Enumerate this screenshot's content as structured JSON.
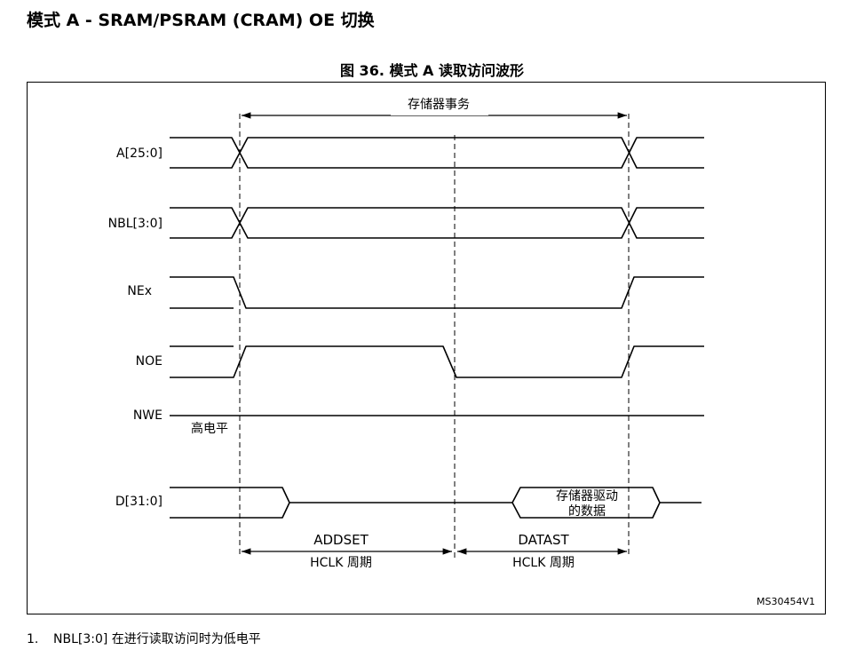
{
  "heading": "模式 A - SRAM/PSRAM (CRAM) OE 切换",
  "figure_title": "图 36. 模式 A 读取访问波形",
  "transaction_label": "存储器事务",
  "signals": [
    {
      "label": "A[25:0]"
    },
    {
      "label": "NBL[3:0]"
    },
    {
      "label": "NEx"
    },
    {
      "label": "NOE"
    },
    {
      "label": "NWE"
    },
    {
      "label": "D[31:0]"
    }
  ],
  "nwe_level": "高电平",
  "data_driven_label": [
    "存储器驱动",
    "的数据"
  ],
  "phases": [
    {
      "name": "ADDSET",
      "unit": "HCLK 周期"
    },
    {
      "name": "DATAST",
      "unit": "HCLK 周期"
    }
  ],
  "figure_id": "MS30454V1",
  "note": {
    "number": "1.",
    "text": "NBL[3:0] 在进行读取访问时为低电平"
  }
}
